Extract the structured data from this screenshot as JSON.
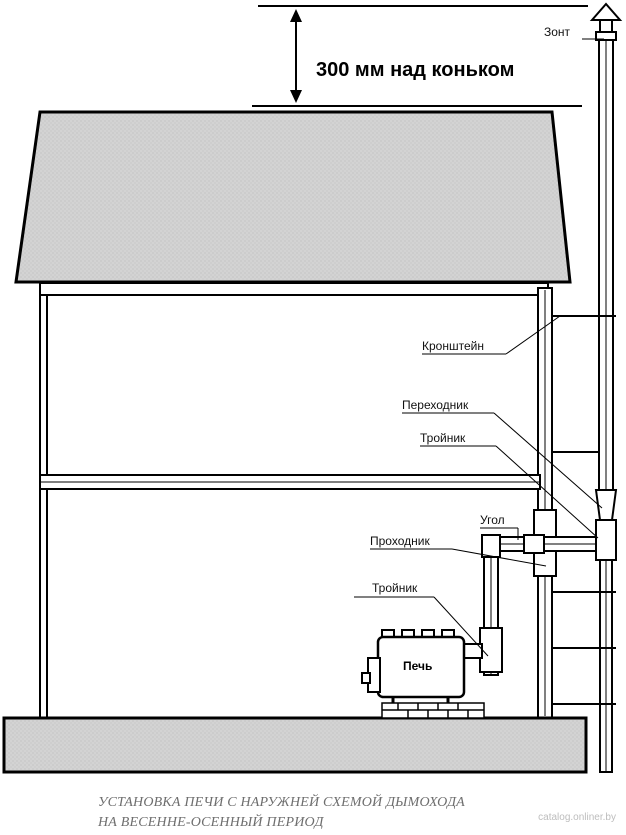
{
  "dimension": "300 мм над коньком",
  "labels": {
    "zont": "Зонт",
    "kronshtein": "Кронштейн",
    "perehodnik": "Переходник",
    "troinik_top": "Тройник",
    "ugol": "Угол",
    "prohodnik": "Проходник",
    "troinik_bottom": "Тройник",
    "pech": "Печь"
  },
  "caption": {
    "line1": "УСТАНОВКА ПЕЧИ С НАРУЖНЕЙ СХЕМОЙ ДЫМОХОДА",
    "line2": "НА ВЕСЕННЕ-ОСЕННЫЙ ПЕРИОД"
  },
  "watermark": "catalog.onliner.by"
}
